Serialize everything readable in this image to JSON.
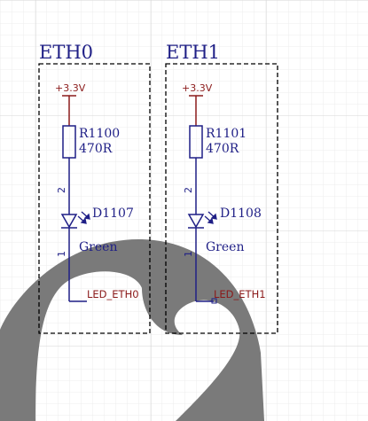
{
  "colors": {
    "wire": "#1f1f86",
    "power": "#8b1a1a",
    "net_label": "#8b1a1a",
    "grid_minor": "#ececec",
    "grid_major": "#dcdcdc",
    "box_border": "#000000",
    "logo_watermark": "#7a7a7a"
  },
  "channels": [
    {
      "title": "ETH0",
      "power": "+3.3V",
      "resistor": {
        "ref": "R1100",
        "value": "470R"
      },
      "led": {
        "ref": "D1107",
        "value": "Green",
        "pin_anode": "2",
        "pin_cathode": "1"
      },
      "net": "LED_ETH0"
    },
    {
      "title": "ETH1",
      "power": "+3.3V",
      "resistor": {
        "ref": "R1101",
        "value": "470R"
      },
      "led": {
        "ref": "D1108",
        "value": "Green",
        "pin_anode": "2",
        "pin_cathode": "1"
      },
      "net": "LED_ETH1"
    }
  ]
}
